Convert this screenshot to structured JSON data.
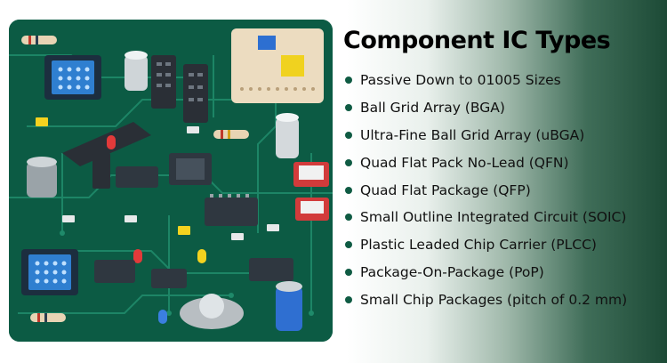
{
  "title": "Component IC Types",
  "items": [
    "Passive Down to 01005 Sizes",
    "Ball Grid Array (BGA)",
    "Ultra-Fine Ball Grid Array (uBGA)",
    "Quad Flat Pack No-Lead (QFN)",
    "Quad Flat Package (QFP)",
    "Small Outline Integrated Circuit (SOIC)",
    "Plastic Leaded Chip Carrier (PLCC)",
    "Package-On-Package (PoP)",
    "Small Chip Packages (pitch of 0.2 mm)"
  ],
  "colors": {
    "board": "#0c5b44",
    "trace": "#1f8a6a",
    "bullet": "#0f5b43",
    "background_right": "#1c4a36"
  },
  "illustration": "circuit-board-illustration"
}
